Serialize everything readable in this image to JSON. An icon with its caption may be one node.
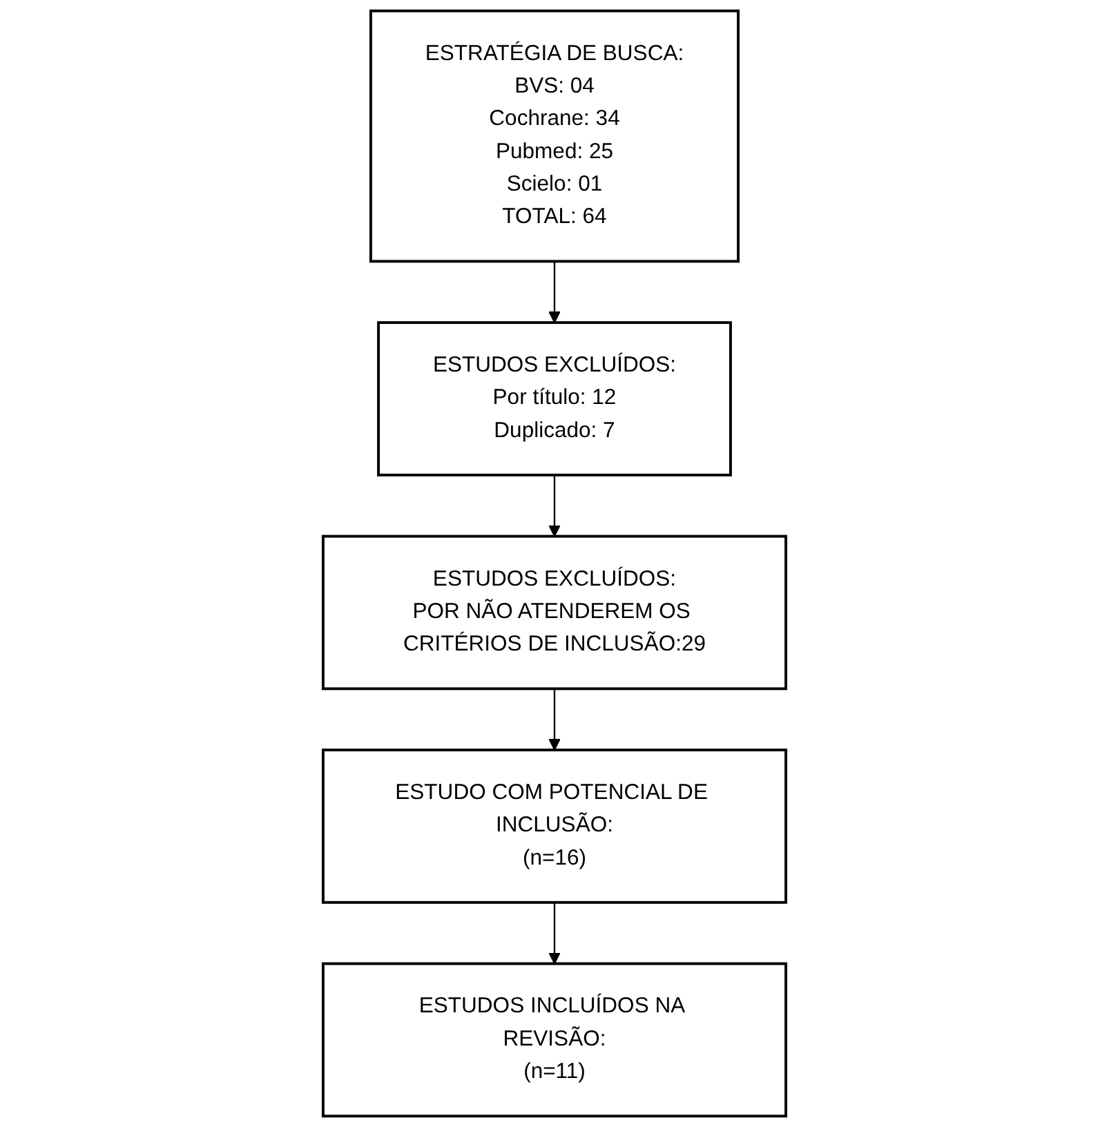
{
  "diagram": {
    "nodes": [
      {
        "text": [
          "ESTRATÉGIA DE BUSCA:",
          "BVS: 04",
          "Cochrane: 34",
          "Pubmed: 25",
          "Scielo: 01",
          "TOTAL: 64"
        ]
      },
      {
        "text": [
          "ESTUDOS EXCLUÍDOS:",
          "Por título: 12",
          "Duplicado: 7"
        ]
      },
      {
        "text": [
          "ESTUDOS EXCLUÍDOS:",
          "POR NÃO ATENDEREM OS CRITÉRIOS DE INCLUSÃO:29"
        ]
      },
      {
        "text": [
          "ESTUDO COM POTENCIAL DE INCLUSÃO:",
          "(n=16)"
        ]
      },
      {
        "text": [
          "ESTUDOS INCLUÍDOS NA REVISÃO:",
          "(n=11)"
        ]
      }
    ],
    "edges": [
      {
        "from": 0,
        "to": 1,
        "arrow": "to"
      },
      {
        "from": 1,
        "to": 2,
        "arrow": "to"
      },
      {
        "from": 2,
        "to": 3,
        "arrow": "to"
      },
      {
        "from": 3,
        "to": 4,
        "arrow": "to"
      }
    ]
  }
}
